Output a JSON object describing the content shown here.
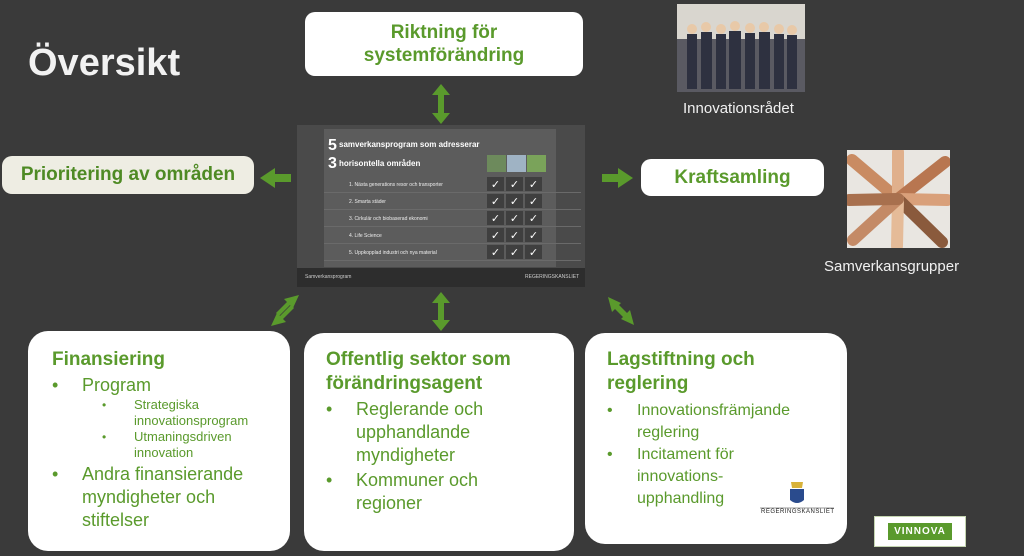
{
  "title": "Översikt",
  "top_box": "Riktning för systemförändring",
  "left_box": "Prioritering av områden",
  "right_box": "Kraftsamling",
  "photo_captions": {
    "innovation_council": "Innovationsrådet",
    "collaboration_groups": "Samverkansgrupper"
  },
  "slide": {
    "heading_line1": "samverkansprogram som adresserar",
    "heading_line2": "horisontella områden",
    "num1": "5",
    "num2": "3",
    "rows": [
      "1.   Nästa generations resor och transporter",
      "2.   Smarta städer",
      "3.   Cirkulär och biobaserad ekonomi",
      "4.   Life Science",
      "5.   Uppkopplad industri och nya material"
    ],
    "tick": "✓",
    "footer_left": "Samverkansprogram",
    "footer_right": "REGERINGSKANSLIET"
  },
  "cards": {
    "financing": {
      "heading": "Finansiering",
      "items": [
        "Program",
        "Strategiska innovationsprogram",
        "Utmaningsdriven innovation",
        "Andra finansierande myndigheter och stiftelser"
      ]
    },
    "public_sector": {
      "heading": "Offentlig sektor som förändringsagent",
      "items": [
        "Reglerande och upphandlande myndigheter",
        "Kommuner och regioner"
      ]
    },
    "legislation": {
      "heading": "Lagstiftning och reglering",
      "items": [
        "Innovationsfrämjande reglering",
        "Incitament för innovations-upphandling"
      ]
    }
  },
  "gov_logo_text": "REGERINGSKANSLIET",
  "vinnova_logo": "VINNOVA",
  "colors": {
    "background": "#3a3a3a",
    "accent_green": "#5a9a2c",
    "white": "#ffffff"
  }
}
